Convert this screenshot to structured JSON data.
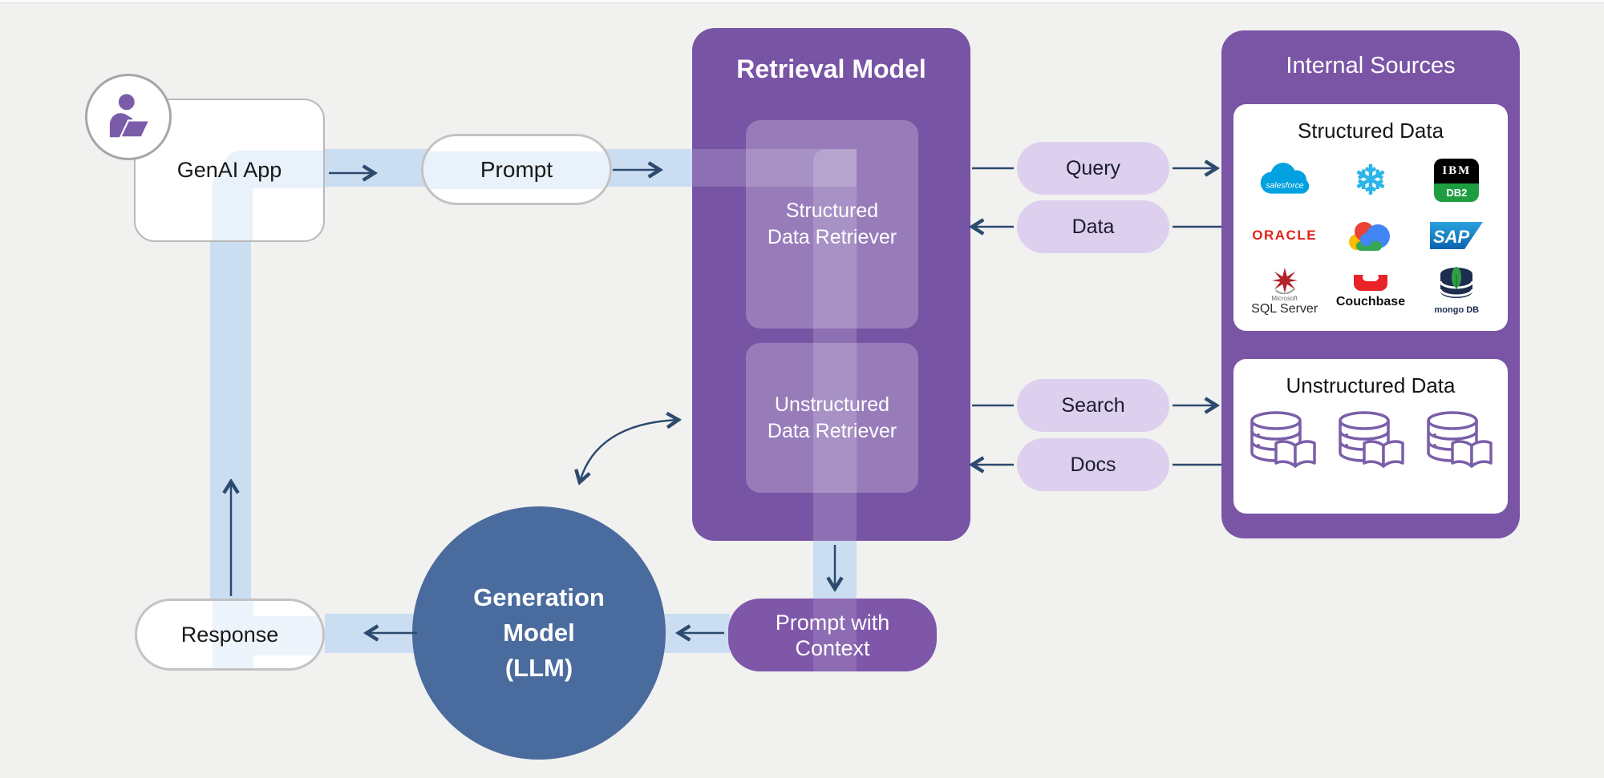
{
  "colors": {
    "background": "#f1f1f0",
    "purple_box": "#7854a5",
    "purple_pill": "#7e57a9",
    "lavender_pill": "#dcd0ee",
    "flow_band_blue": "#cbddf1",
    "generation_circle_blue": "#4a6b9d",
    "arrow": "#2c4a6e",
    "person_icon_purple": "#7b5ca8",
    "doc_icon_purple": "#7a5fa8"
  },
  "genai": {
    "label": "GenAI App"
  },
  "prompt_pill": {
    "label": "Prompt"
  },
  "response_pill": {
    "label": "Response"
  },
  "retrieval": {
    "title": "Retrieval Model",
    "structured_label": "Structured\nData Retriever",
    "unstructured_label": "Unstructured\nData Retriever"
  },
  "flow_pills": {
    "query": "Query",
    "data": "Data",
    "search": "Search",
    "docs": "Docs"
  },
  "prompt_context": {
    "label": "Prompt with\nContext"
  },
  "generation": {
    "label": "Generation\nModel\n(LLM)"
  },
  "internal": {
    "title": "Internal Sources",
    "structured_title": "Structured Data",
    "unstructured_title": "Unstructured Data",
    "logos": {
      "salesforce": {
        "name": "Salesforce",
        "text": "salesforce"
      },
      "snowflake": {
        "name": "Snowflake",
        "glyph": "❄"
      },
      "ibm_db2": {
        "name": "IBM DB2",
        "top": "IBM",
        "bottom": "DB2"
      },
      "oracle": {
        "name": "Oracle",
        "text": "ORACLE"
      },
      "google_cloud": {
        "name": "Google Cloud"
      },
      "sap": {
        "name": "SAP",
        "text": "SAP"
      },
      "sql_server": {
        "name": "Microsoft SQL Server",
        "small": "Microsoft",
        "text": "SQL Server"
      },
      "couchbase": {
        "name": "Couchbase",
        "text": "Couchbase"
      },
      "mongodb": {
        "name": "MongoDB",
        "text": "mongo DB"
      }
    }
  }
}
